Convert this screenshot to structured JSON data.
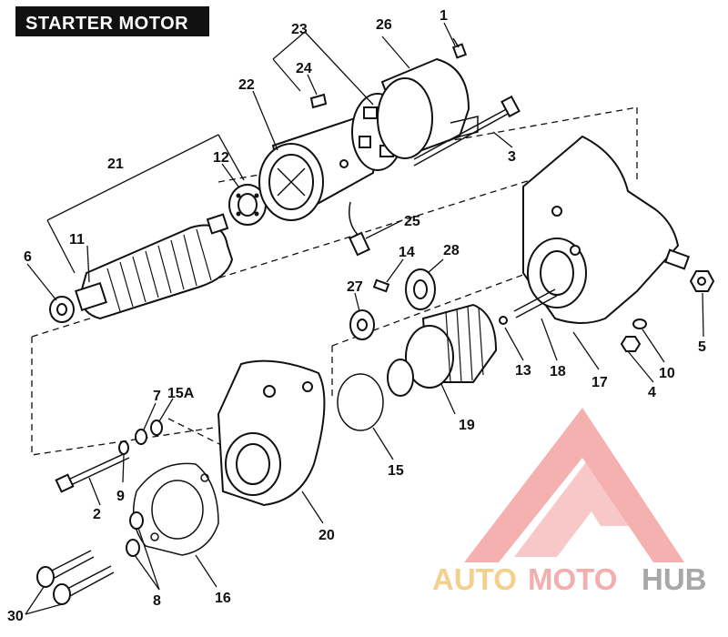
{
  "title": "STARTER MOTOR",
  "watermark": {
    "auto": "AUTO",
    "moto": "MOTO",
    "hub": "HUB",
    "colors": {
      "auto": "#f2c97a",
      "moto": "#f2a0a0",
      "hub": "#9a9a9a",
      "logo": "#f4a3a3"
    }
  },
  "callouts": {
    "c1": "1",
    "c2": "2",
    "c3": "3",
    "c4": "4",
    "c5": "5",
    "c6": "6",
    "c7": "7",
    "c8": "8",
    "c9": "9",
    "c10": "10",
    "c11": "11",
    "c12": "12",
    "c13": "13",
    "c14": "14",
    "c15": "15",
    "c15a": "15A",
    "c16": "16",
    "c17": "17",
    "c18": "18",
    "c19": "19",
    "c20": "20",
    "c21": "21",
    "c22": "22",
    "c23": "23",
    "c24": "24",
    "c25": "25",
    "c26": "26",
    "c27": "27",
    "c28": "28",
    "c30": "30"
  }
}
